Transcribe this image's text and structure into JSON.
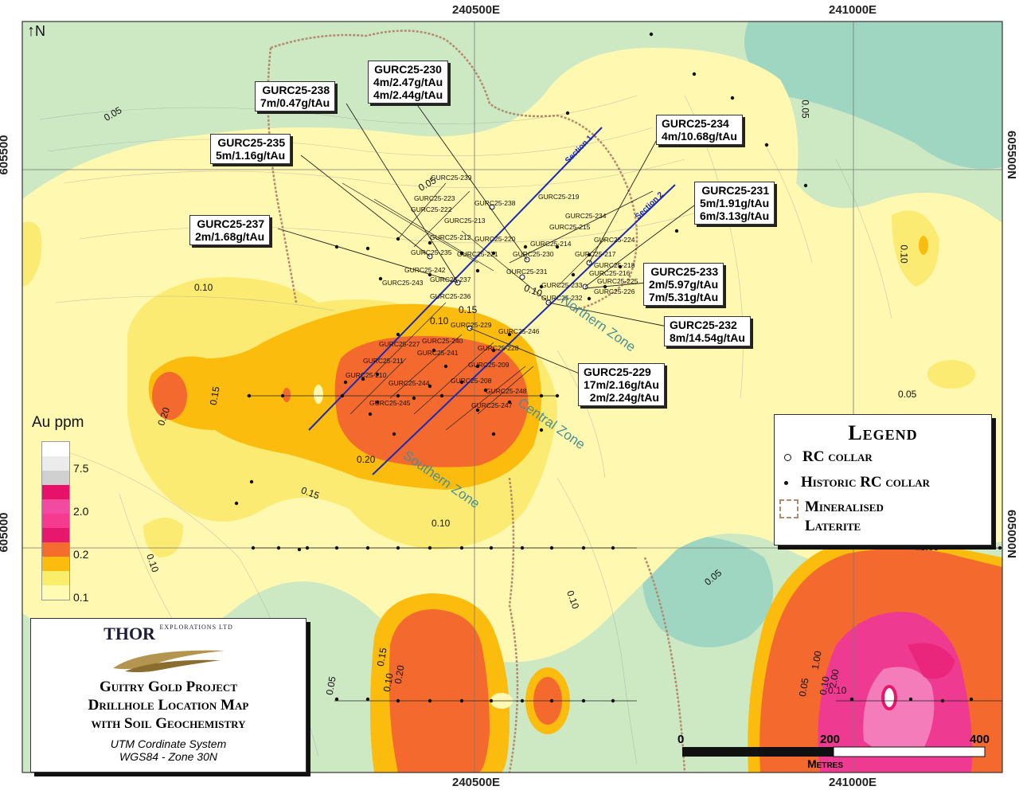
{
  "map": {
    "north_label": "N",
    "grid_top": [
      "240500E",
      "241000E"
    ],
    "grid_bottom": [
      "240500E",
      "241000E"
    ],
    "grid_left": [
      "605500",
      "605000"
    ],
    "grid_right": [
      "605500N",
      "605000N"
    ]
  },
  "callouts": [
    {
      "hole": "GURC25-230",
      "lines": [
        "4m/2.47g/tAu",
        "4m/2.44g/tAu"
      ]
    },
    {
      "hole": "GURC25-238",
      "lines": [
        "7m/0.47g/tAu"
      ]
    },
    {
      "hole": "GURC25-235",
      "lines": [
        "5m/1.16g/tAu"
      ]
    },
    {
      "hole": "GURC25-234",
      "lines": [
        "4m/10.68g/tAu"
      ]
    },
    {
      "hole": "GURC25-231",
      "lines": [
        "5m/1.91g/tAu",
        "6m/3.13g/tAu"
      ]
    },
    {
      "hole": "GURC25-237",
      "lines": [
        "2m/1.68g/tAu"
      ]
    },
    {
      "hole": "GURC25-233",
      "lines": [
        "2m/5.97g/tAu",
        "7m/5.31g/tAu"
      ]
    },
    {
      "hole": "GURC25-232",
      "lines": [
        "8m/14.54g/tAu"
      ]
    },
    {
      "hole": "GURC25-229",
      "lines": [
        "17m/2.16g/tAu",
        "2m/2.24g/tAu"
      ]
    }
  ],
  "hole_labels": [
    "GURC25-239",
    "GURC25-223",
    "GURC25-222",
    "GURC25-238",
    "GURC25-219",
    "GURC25-213",
    "GURC25-234",
    "GURC25-215",
    "GURC25-212",
    "GURC25-220",
    "GURC25-214",
    "GURC25-224",
    "GURC25-235",
    "GURC25-221",
    "GURC25-230",
    "GURC25-217",
    "GURC25-218",
    "GURC25-242",
    "GURC25-231",
    "GURC25-216",
    "GURC25-237",
    "GURC25-225",
    "GURC25-243",
    "GURC25-233",
    "GURC25-226",
    "GURC25-236",
    "GURC25-232",
    "GURC25-229",
    "GURC25-246",
    "GURC25-227",
    "GURC25-240",
    "GURC25-228",
    "GURC25-241",
    "GURC25-211",
    "GURC25-209",
    "GURC25-210",
    "GURC25-208",
    "GURC25-244",
    "GURC25-248",
    "GURC25-245",
    "GURC25-247"
  ],
  "zones": [
    "Northern Zone",
    "Central Zone",
    "Southern Zone"
  ],
  "sections": [
    "Section 1",
    "Section 2"
  ],
  "contour_labels": [
    "0.05",
    "0.05",
    "0.05",
    "0.10",
    "0.15",
    "0.10",
    "0.05",
    "0.10",
    "0.15",
    "0.20",
    "0.15",
    "0.20",
    "0.10",
    "0.10",
    "0.05",
    "0.10",
    "0.15",
    "0.10",
    "0.20",
    "0.05",
    "1.00",
    "2.00",
    "0.10",
    "0.05",
    "0.10",
    "0.10",
    "0.05"
  ],
  "legend": {
    "title": "Legend",
    "items": [
      {
        "symbol": "open-circle",
        "label": "RC collar"
      },
      {
        "symbol": "filled-dot",
        "label": "Historic RC collar"
      },
      {
        "symbol": "dashed-box",
        "label": "Mineralised Laterite"
      }
    ]
  },
  "colour_scale": {
    "title": "Au ppm",
    "labels": [
      "7.5",
      "2.0",
      "0.2",
      "0.1"
    ],
    "colors": [
      "#ffffff",
      "#ececec",
      "#d0d0d0",
      "#e8116a",
      "#f24aa0",
      "#f53a90",
      "#e6186e",
      "#f56d2e",
      "#fbbc0e",
      "#f8ee6a",
      "#fffbb2"
    ]
  },
  "title_block": {
    "brand": "THOR",
    "brand_small": "EXPLORATIONS LTD",
    "title_lines": [
      "Guitry Gold Project",
      "Drillhole Location Map",
      "with Soil Geochemistry"
    ],
    "sub_lines": [
      "UTM Cordinate System",
      "WGS84 - Zone 30N"
    ]
  },
  "scale_bar": {
    "ticks": [
      "0",
      "200",
      "400"
    ],
    "unit": "Metres"
  },
  "colors": {
    "green_bg": "#cde9c4",
    "teal": "#9fd6c2",
    "light_yellow": "#fff8b0",
    "yellow": "#fbeb72",
    "amber": "#f9bd12",
    "orange": "#f46a2e",
    "magenta": "#ef3a92",
    "section_line": "#1b2bb4"
  }
}
